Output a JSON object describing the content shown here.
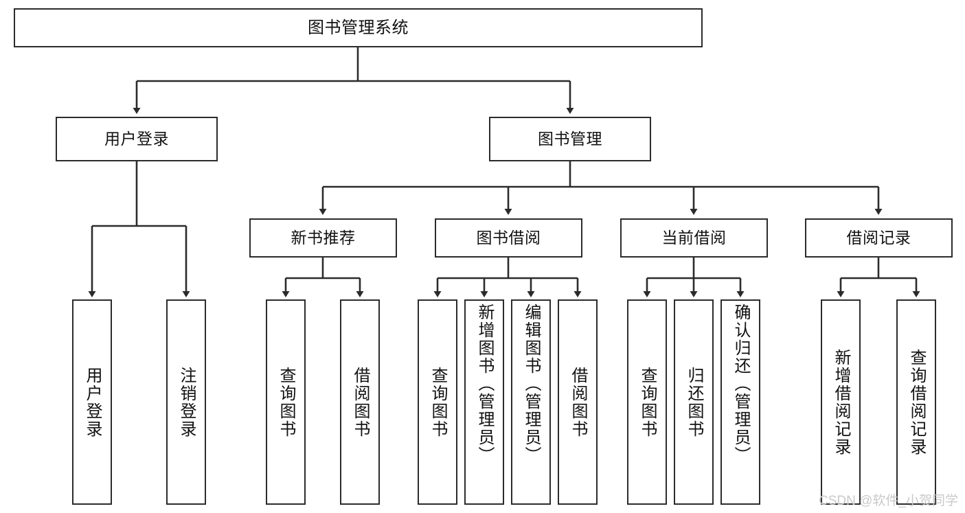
{
  "diagram": {
    "type": "tree",
    "title": "图书管理系统",
    "levels": 4,
    "nodes": {
      "root": {
        "label": "图书管理系统"
      },
      "level2": [
        {
          "id": "user-login",
          "label": "用户登录"
        },
        {
          "id": "book-management",
          "label": "图书管理"
        }
      ],
      "level3": [
        {
          "id": "new-book-recommend",
          "label": "新书推荐"
        },
        {
          "id": "book-borrow",
          "label": "图书借阅"
        },
        {
          "id": "current-borrow",
          "label": "当前借阅"
        },
        {
          "id": "borrow-record",
          "label": "借阅记录"
        }
      ],
      "leaves": {
        "user_login": [
          {
            "id": "leaf-user-login",
            "label": "用户登录"
          },
          {
            "id": "leaf-logout",
            "label": "注销登录"
          }
        ],
        "new_book_recommend": [
          {
            "id": "leaf-query-book-1",
            "label": "查询图书"
          },
          {
            "id": "leaf-borrow-book-1",
            "label": "借阅图书"
          }
        ],
        "book_borrow": [
          {
            "id": "leaf-query-book-2",
            "label": "查询图书"
          },
          {
            "id": "leaf-add-book",
            "label": "新增图书（管理员）"
          },
          {
            "id": "leaf-edit-book",
            "label": "编辑图书（管理员）"
          },
          {
            "id": "leaf-borrow-book-2",
            "label": "借阅图书"
          }
        ],
        "current_borrow": [
          {
            "id": "leaf-query-book-3",
            "label": "查询图书"
          },
          {
            "id": "leaf-return-book",
            "label": "归还图书"
          },
          {
            "id": "leaf-confirm-return",
            "label": "确认归还（管理员）"
          }
        ],
        "borrow_record": [
          {
            "id": "leaf-add-record",
            "label": "新增借阅记录"
          },
          {
            "id": "leaf-query-record",
            "label": "查询借阅记录"
          }
        ]
      }
    },
    "colors": {
      "stroke": "#2b2b2b",
      "text": "#111111",
      "background": "#ffffff",
      "watermark": "#c9c9c9"
    }
  },
  "watermark": {
    "text": "CSDN @软件_小贺同学"
  }
}
